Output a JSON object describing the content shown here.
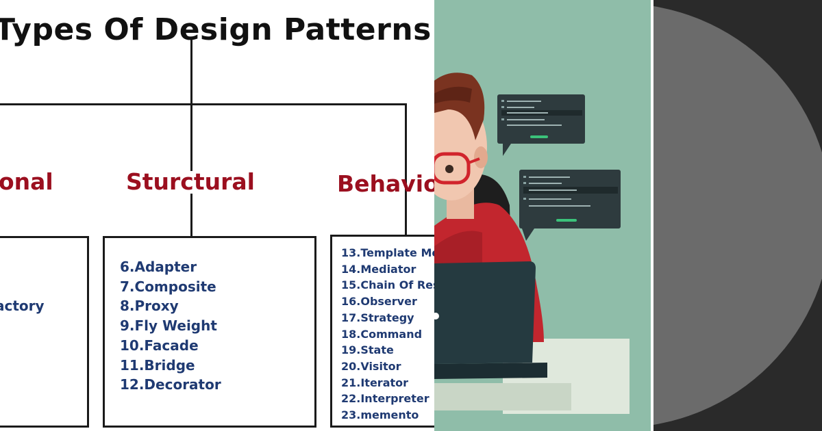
{
  "diagram": {
    "title": "Types Of Design Patterns",
    "categories": {
      "creational": "onal",
      "structural": "Sturctural",
      "behavioral": "Behavio"
    },
    "creational_items": [
      "actory"
    ],
    "structural_items": [
      "6.Adapter",
      "7.Composite",
      "8.Proxy",
      "9.Fly Weight",
      "10.Facade",
      "11.Bridge",
      "12.Decorator"
    ],
    "behavioral_items": [
      "13.Template Me",
      "14.Mediator",
      "15.Chain Of Res",
      "16.Observer",
      "17.Strategy",
      "18.Command",
      "19.State",
      "20.Visitor",
      "21.Iterator",
      "22.Interpreter",
      "23.memento"
    ]
  },
  "colors": {
    "category_text": "#9b0f1f",
    "list_text": "#1f3a72",
    "illustration_bg": "#8fbda9",
    "dark_panel": "#2a2a2a",
    "disc": "#6b6b6b",
    "code_window": "#2e3b3e",
    "code_button": "#3bc27a"
  },
  "illustration": {
    "subject": "developer-at-laptop",
    "icons": [
      "code-window-icon",
      "code-window-icon"
    ]
  }
}
